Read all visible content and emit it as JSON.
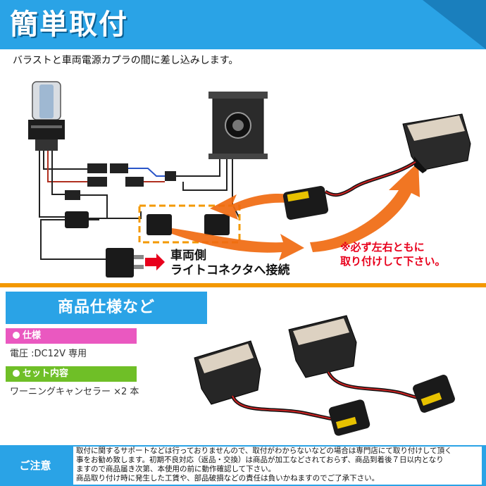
{
  "header": {
    "title": "簡単取付"
  },
  "instruction": "バラストと車両電源カプラの間に差し込みします。",
  "diagram": {
    "callout_line1": "車両側",
    "callout_line2": "ライトコネクタへ接続",
    "note_line1": "※必ず左右ともに",
    "note_line2": "取り付けして下さい。",
    "colors": {
      "arrow": "#f06a10",
      "note": "#e8001c",
      "dashed_box": "#f39800"
    }
  },
  "spec": {
    "title": "商品仕様など",
    "spec_label": "仕様",
    "spec_value": "電圧 :DC12V 専用",
    "set_label": "セット内容",
    "set_value": "ワーニングキャンセラー ×2 本"
  },
  "caution": {
    "label": "ご注意",
    "lines": [
      "取付に関するサポートなどは行っておりませんので、取付がわからないなどの場合は専門店にて取り付けして頂く",
      "事をお勧め致します。初期不良対応（返品・交換）は商品が加工などされておらず、商品到着後７日以内となり",
      "ますので商品届き次第、本使用の前に動作確認して下さい。",
      "商品取り付け時に発生した工賃や、部品破損などの責任は負いかねますのでご了承下さい。"
    ]
  },
  "theme": {
    "blue": "#2aa3e6",
    "orange": "#f39800",
    "pink": "#ea58c0",
    "green": "#6fbf27"
  }
}
